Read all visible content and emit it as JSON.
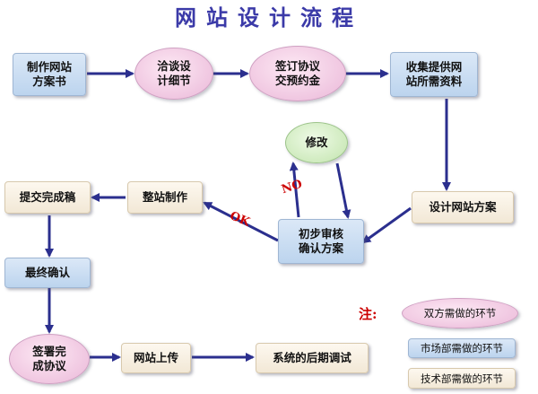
{
  "title": "网站设计流程",
  "nodes": {
    "make_plan": "制作网站\n方案书",
    "negotiate": "洽谈设\n计细节",
    "contract": "签订协议\n交预约金",
    "collect": "收集提供网\n站所需资料",
    "design": "设计网站方案",
    "review": "初步审核\n确认方案",
    "modify": "修改",
    "build": "整站制作",
    "submit": "提交完成稿",
    "final": "最终确认",
    "sign": "签署完\n成协议",
    "upload": "网站上传",
    "debug": "系统的后期调试"
  },
  "edge_labels": {
    "no": "NO",
    "ok": "OK"
  },
  "legend": {
    "note": "注:",
    "both": "双方需做的环节",
    "market": "市场部需做的环节",
    "tech": "技术部需做的环节"
  },
  "colors": {
    "arrow": "#2b2f8e",
    "title": "#3b3aa8",
    "label_red": "#cc0000",
    "market_fill": "#c9dcf2",
    "tech_fill": "#f6efe2",
    "both_fill": "#f2c9e2",
    "green_fill": "#d3edc3"
  }
}
